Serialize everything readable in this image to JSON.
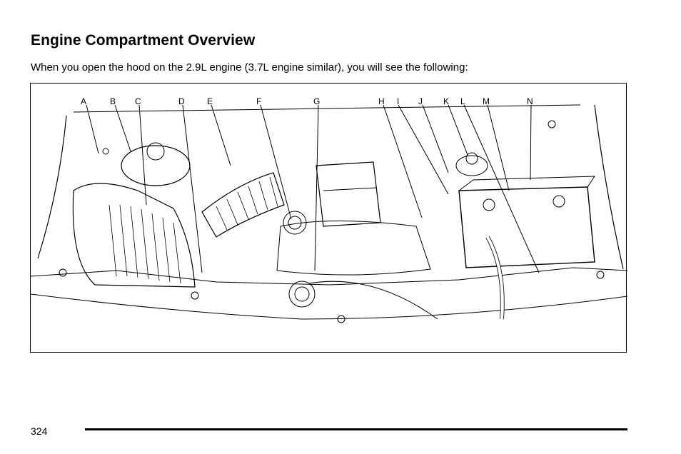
{
  "heading": "Engine Compartment Overview",
  "intro": "When you open the hood on the 2.9L engine (3.7L engine similar), you will see the following:",
  "callouts": [
    "A",
    "B",
    "C",
    "D",
    "E",
    "F",
    "G",
    "H",
    "I",
    "J",
    "K",
    "L",
    "M",
    "N"
  ],
  "page_number": "324"
}
